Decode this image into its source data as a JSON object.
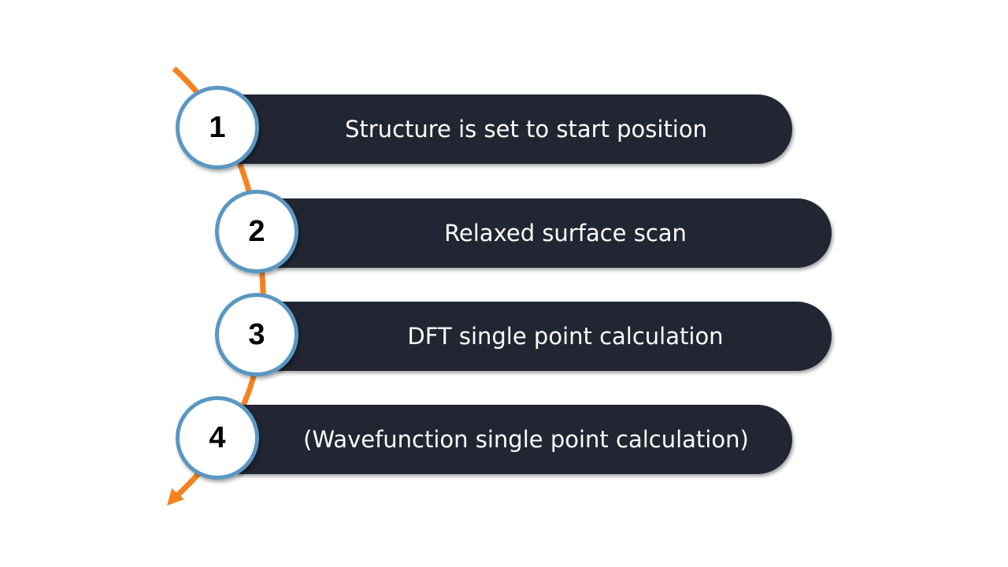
{
  "diagram": {
    "accent_color": "#f58220",
    "bar_color": "#222633",
    "circle_border_color": "#5a97c3",
    "steps": [
      {
        "number": "1",
        "label": "Structure is set to start position"
      },
      {
        "number": "2",
        "label": "Relaxed surface scan"
      },
      {
        "number": "3",
        "label": "DFT single point calculation"
      },
      {
        "number": "4",
        "label": "(Wavefunction single point calculation)"
      }
    ]
  }
}
